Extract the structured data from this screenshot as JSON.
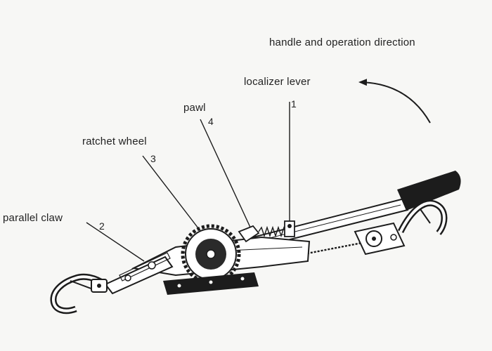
{
  "labels": {
    "title": "handle and operation direction",
    "localizer_lever": "localizer lever",
    "pawl": "pawl",
    "ratchet_wheel": "ratchet wheel",
    "parallel_claw": "parallel claw"
  },
  "numbers": {
    "localizer_lever": "1",
    "parallel_claw": "2",
    "ratchet_wheel": "3",
    "pawl": "4"
  }
}
